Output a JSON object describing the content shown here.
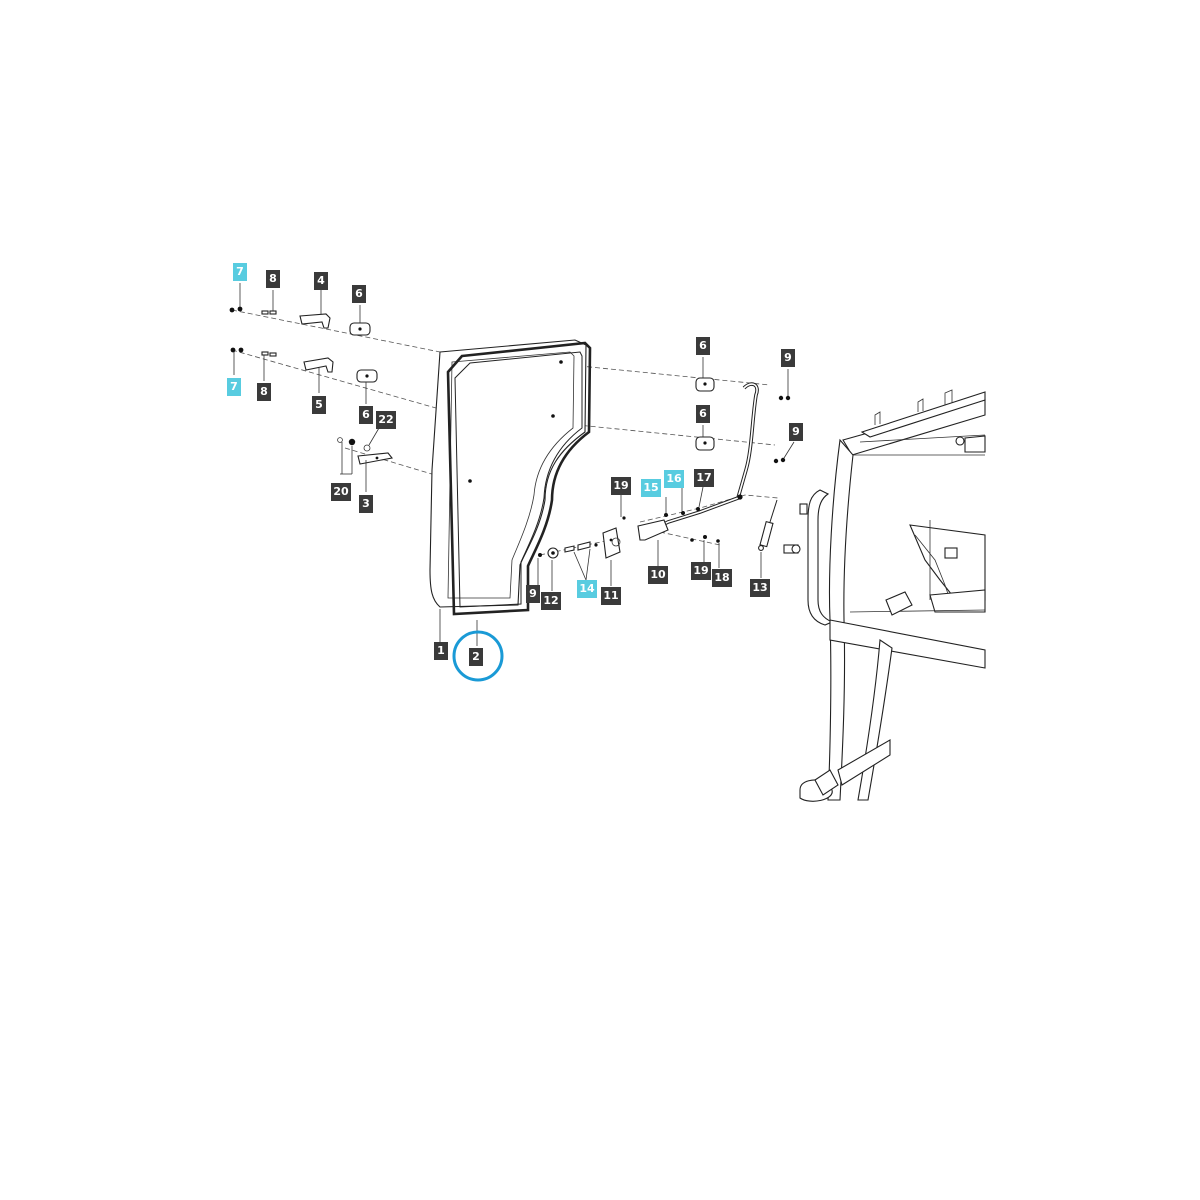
{
  "diagram": {
    "callouts": [
      {
        "id": "c7a",
        "label": "7",
        "highlighted": true
      },
      {
        "id": "c8a",
        "label": "8",
        "highlighted": false
      },
      {
        "id": "c4",
        "label": "4",
        "highlighted": false
      },
      {
        "id": "c6a",
        "label": "6",
        "highlighted": false
      },
      {
        "id": "c7b",
        "label": "7",
        "highlighted": true
      },
      {
        "id": "c8b",
        "label": "8",
        "highlighted": false
      },
      {
        "id": "c5",
        "label": "5",
        "highlighted": false
      },
      {
        "id": "c6b",
        "label": "6",
        "highlighted": false
      },
      {
        "id": "c22",
        "label": "22",
        "highlighted": false
      },
      {
        "id": "c20",
        "label": "20",
        "highlighted": false
      },
      {
        "id": "c3",
        "label": "3",
        "highlighted": false
      },
      {
        "id": "c6c",
        "label": "6",
        "highlighted": false
      },
      {
        "id": "c9a",
        "label": "9",
        "highlighted": false
      },
      {
        "id": "c6d",
        "label": "6",
        "highlighted": false
      },
      {
        "id": "c9b",
        "label": "9",
        "highlighted": false
      },
      {
        "id": "c19a",
        "label": "19",
        "highlighted": false
      },
      {
        "id": "c15",
        "label": "15",
        "highlighted": true
      },
      {
        "id": "c16",
        "label": "16",
        "highlighted": true
      },
      {
        "id": "c17",
        "label": "17",
        "highlighted": false
      },
      {
        "id": "c9c",
        "label": "9",
        "highlighted": false
      },
      {
        "id": "c12",
        "label": "12",
        "highlighted": false
      },
      {
        "id": "c14",
        "label": "14",
        "highlighted": true
      },
      {
        "id": "c11",
        "label": "11",
        "highlighted": false
      },
      {
        "id": "c10",
        "label": "10",
        "highlighted": false
      },
      {
        "id": "c19b",
        "label": "19",
        "highlighted": false
      },
      {
        "id": "c18",
        "label": "18",
        "highlighted": false
      },
      {
        "id": "c13",
        "label": "13",
        "highlighted": false
      },
      {
        "id": "c1",
        "label": "1",
        "highlighted": false
      },
      {
        "id": "c2",
        "label": "2",
        "highlighted": false
      }
    ],
    "selected_part": "2",
    "colors": {
      "callout_dark": "#3a3a3a",
      "callout_highlight": "#58cce0",
      "selection_ring": "#1a9ad6"
    }
  }
}
